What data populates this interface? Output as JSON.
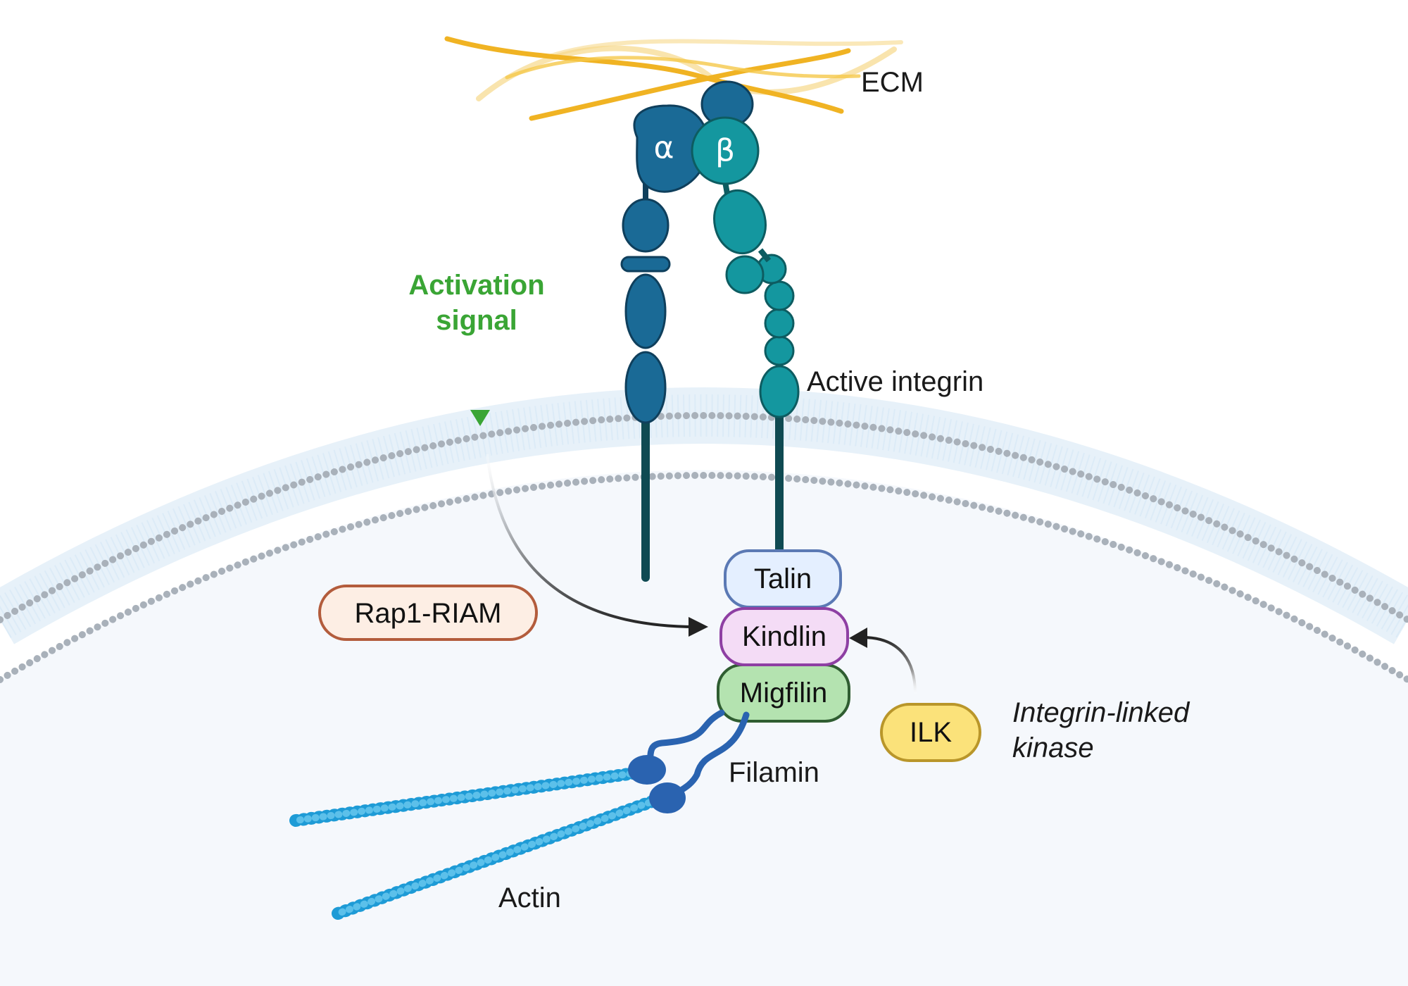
{
  "labels": {
    "ecm": "ECM",
    "alpha": "α",
    "beta": "β",
    "activation_line1": "Activation",
    "activation_line2": "signal",
    "active_integrin": "Active integrin",
    "rap1_riam": "Rap1-RIAM",
    "talin": "Talin",
    "kindlin": "Kindlin",
    "migfilin": "Migfilin",
    "ilk": "ILK",
    "ilk_desc_line1": "Integrin-linked",
    "ilk_desc_line2": "kinase",
    "filamin": "Filamin",
    "actin": "Actin"
  },
  "colors": {
    "ecm_fiber": "#f0b323",
    "alpha_subunit": "#1a6a96",
    "beta_subunit": "#14979f",
    "transmembrane": "#0f4a52",
    "activation_signal": "#3aa535",
    "talin_fill": "#e4efff",
    "talin_stroke": "#5b79b4",
    "kindlin_fill": "#f4dcf6",
    "kindlin_stroke": "#8e3fa3",
    "migfilin_fill": "#b4e3b0",
    "migfilin_stroke": "#2f5d31",
    "rap1_fill": "#fdeee4",
    "rap1_stroke": "#b35c3c",
    "ilk_fill": "#fbe27a",
    "ilk_stroke": "#b9962a",
    "filamin": "#2a63b0",
    "actin": "#1e9bd6",
    "membrane_head": "#a9b1ba",
    "cytoplasm": "#f5f8fc"
  }
}
